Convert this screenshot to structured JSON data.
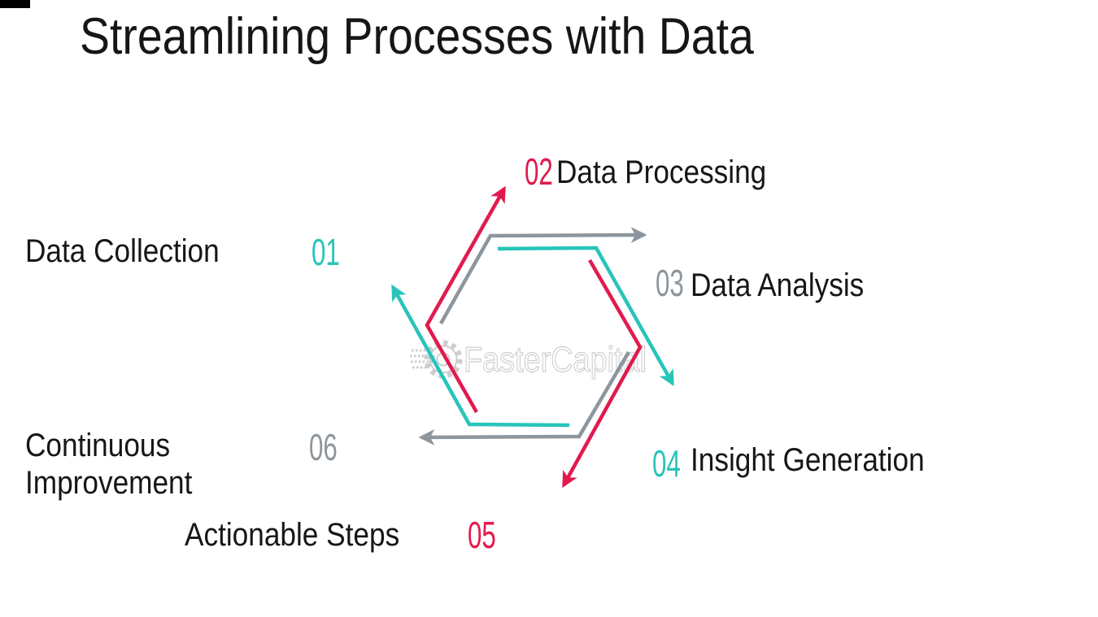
{
  "title": "Streamlining Processes with Data",
  "watermark": {
    "brand": "FasterCapital",
    "icon": "gear-icon"
  },
  "colors": {
    "teal": "#28C4BA",
    "red": "#E11A4D",
    "gray": "#8D969C",
    "text": "#161616",
    "watermark": "#CDCDCD",
    "background": "#FFFFFF"
  },
  "steps": [
    {
      "number": "01",
      "label": "Data Collection",
      "color": "teal"
    },
    {
      "number": "02",
      "label": "Data Processing",
      "color": "red"
    },
    {
      "number": "03",
      "label": "Data Analysis",
      "color": "gray"
    },
    {
      "number": "04",
      "label": "Insight Generation",
      "color": "teal"
    },
    {
      "number": "05",
      "label": "Actionable Steps",
      "color": "red"
    },
    {
      "number": "06",
      "label": "Continuous Improvement",
      "color": "gray"
    }
  ],
  "diagram": {
    "type": "hexagon-cycle",
    "arrow_count": 6,
    "arrows": [
      {
        "step": "01",
        "color": "teal",
        "direction": "up-left"
      },
      {
        "step": "02",
        "color": "red",
        "direction": "up-right"
      },
      {
        "step": "03",
        "color": "gray",
        "direction": "right"
      },
      {
        "step": "04",
        "color": "teal",
        "direction": "down-right"
      },
      {
        "step": "05",
        "color": "red",
        "direction": "down-left"
      },
      {
        "step": "06",
        "color": "gray",
        "direction": "left"
      }
    ]
  }
}
